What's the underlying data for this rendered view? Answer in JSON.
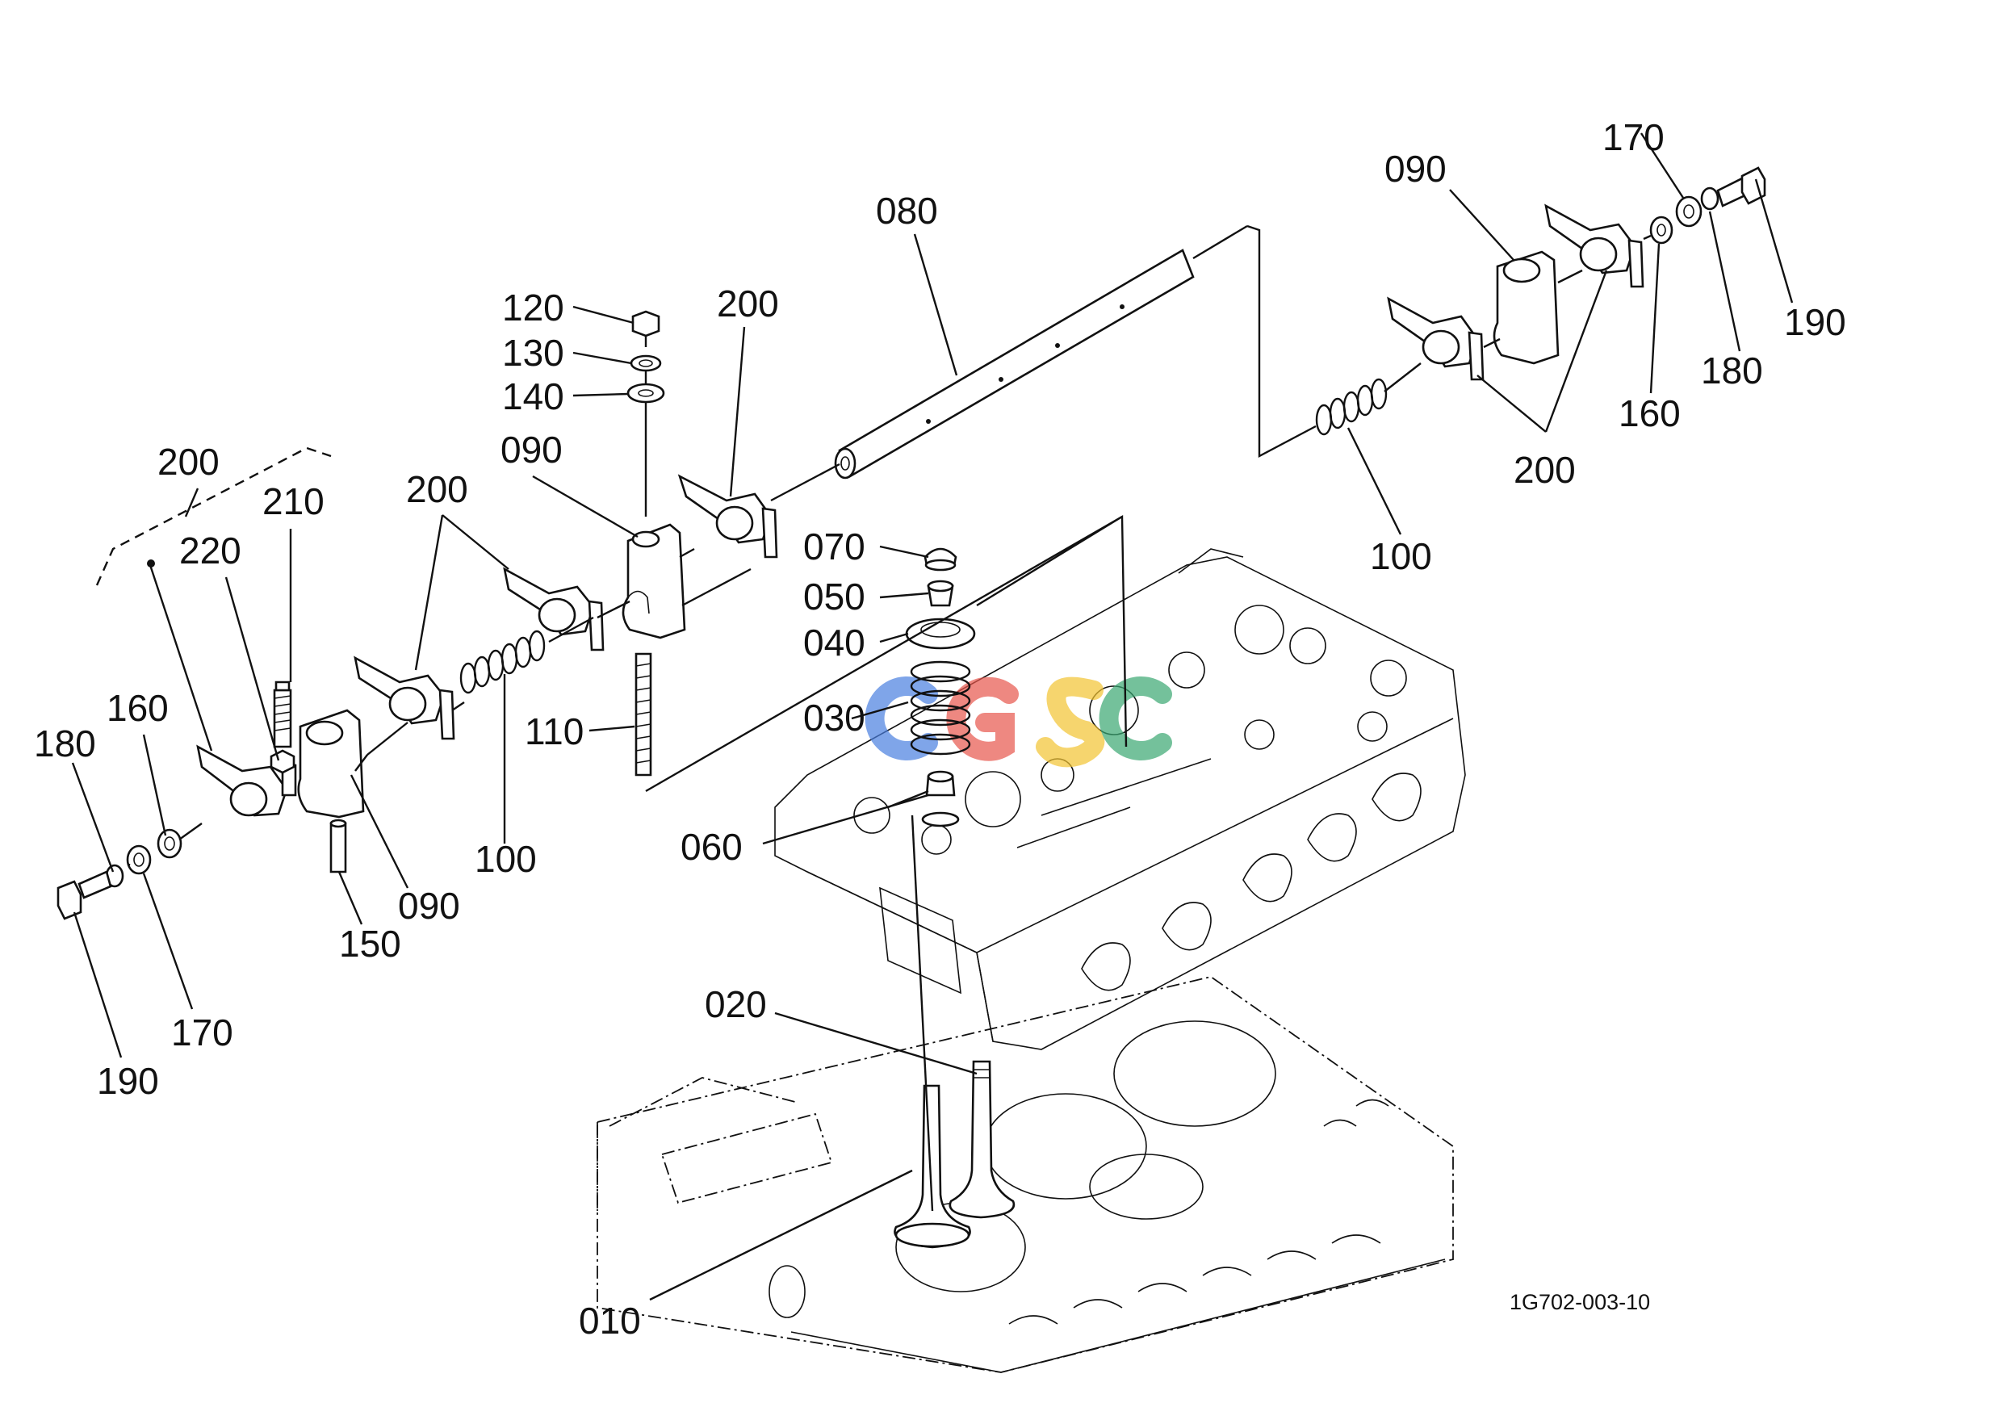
{
  "diagram": {
    "drawing_code": "1G702-003-10",
    "watermark": {
      "text": "CGSC",
      "colors": [
        "#4a7fe0",
        "#e8564c",
        "#f3c432",
        "#3aa872"
      ]
    },
    "part_labels": {
      "p010": "010",
      "p020": "020",
      "p030": "030",
      "p040": "040",
      "p050": "050",
      "p060": "060",
      "p070": "070",
      "p080": "080",
      "p090_left": "090",
      "p090_center": "090",
      "p090_right": "090",
      "p100_left": "100",
      "p100_right": "100",
      "p110": "110",
      "p120": "120",
      "p130": "130",
      "p140": "140",
      "p150": "150",
      "p160_left": "160",
      "p160_right": "160",
      "p170_left": "170",
      "p170_right": "170",
      "p180_left": "180",
      "p180_right": "180",
      "p190_left": "190",
      "p190_right": "190",
      "p200_assembly": "200",
      "p200_left_pair": "200",
      "p200_center": "200",
      "p200_right_pair": "200",
      "p210": "210",
      "p220": "220"
    }
  }
}
